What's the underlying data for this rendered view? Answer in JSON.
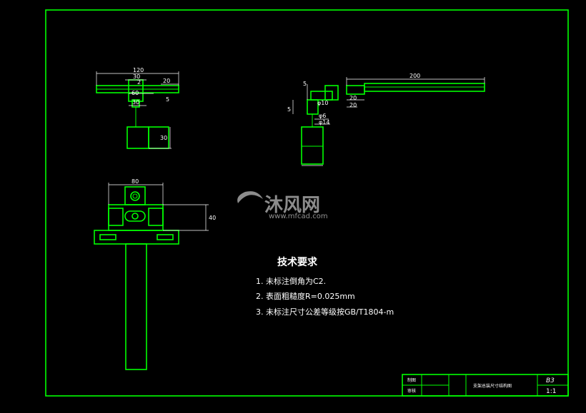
{
  "drawing": {
    "tech_req": {
      "title": "技术要求",
      "items": [
        "1. 未标注倒角为C2.",
        "2. 表面粗糙度R=0.025mm",
        "3. 未标注尺寸公差等级按GB/T1804-m"
      ]
    },
    "dimensions": {
      "top_left_120": "120",
      "top_left_30": "30",
      "top_left_2": "2",
      "top_left_20": "20",
      "top_left_60": "60",
      "top_left_5": "5",
      "top_left_30b": "30",
      "top_left_30c": "30",
      "top_right_200": "200",
      "top_right_5": "5",
      "top_right_5b": "5",
      "top_right_10": "φ10",
      "top_right_20": "20",
      "top_right_20b": "20",
      "top_right_6": "φ6",
      "top_right_14": "φ14",
      "front_80": "80",
      "front_40": "40"
    },
    "title_block": {
      "designer_label": "制图",
      "checker_label": "审核",
      "drawing_name": "支架总装尺寸结构图",
      "sheet_size": "B3",
      "scale": "1:1"
    },
    "watermark": {
      "brand": "沐风网",
      "url": "www.mfcad.com"
    }
  }
}
